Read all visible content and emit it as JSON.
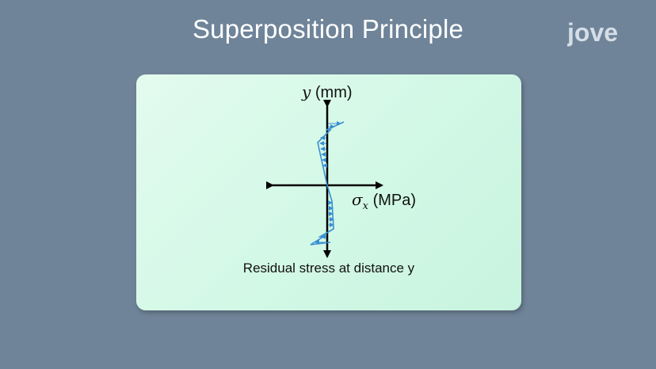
{
  "slide": {
    "title": "Superposition Principle"
  },
  "logo": {
    "text": "jove"
  },
  "diagram": {
    "y_axis_symbol": "y",
    "y_axis_unit": "(mm)",
    "x_axis_symbol": "σ",
    "x_axis_subscript": "x",
    "x_axis_unit": "(MPa)",
    "caption": "Residual stress at distance y",
    "colors": {
      "axis": "#000000",
      "stress_profile": "#3a8fd0",
      "card_background": "#d6f8e8",
      "page_background": "#6f8499"
    }
  }
}
